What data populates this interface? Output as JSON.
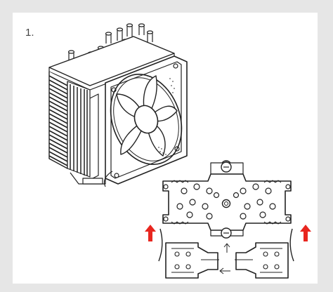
{
  "step": {
    "number": "1."
  },
  "colors": {
    "background": "#e6e6e6",
    "panel": "#ffffff",
    "lineart": "#222222",
    "arrow": "#e8261f"
  },
  "icons": {
    "cooler": "cpu-cooler-illustration",
    "bracket": "mounting-bracket-illustration",
    "arrows": "red-up-arrow"
  }
}
